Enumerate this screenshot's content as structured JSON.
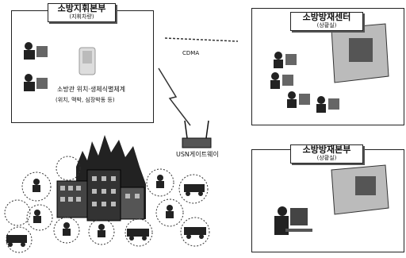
{
  "command_box": {
    "title": "소방지휘본부",
    "subtitle": "(지휘차량)",
    "system_line1": "소방관 위치·생체식별체계",
    "system_line2": "(위치, 맥박, 심장박동 등)"
  },
  "link_label": "CDMA",
  "gateway_label": "USN게이트웨이",
  "disaster_center": {
    "title": "소방방재센터",
    "subtitle": "(상황실)"
  },
  "hq_box": {
    "title": "소방방재본부",
    "subtitle": "(상황실)"
  }
}
